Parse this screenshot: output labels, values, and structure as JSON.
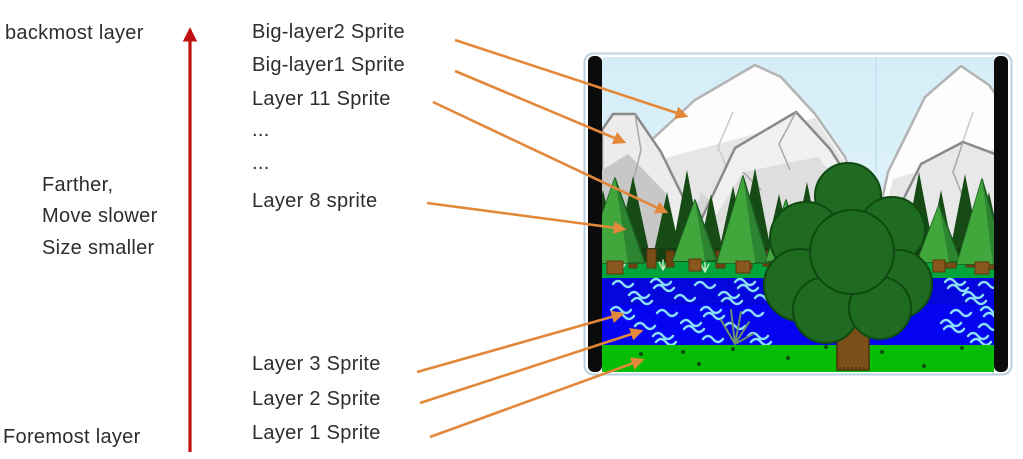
{
  "axis": {
    "backmost_label": "backmost layer",
    "foremost_label": "Foremost layer",
    "qualities": [
      "Farther,",
      "Move slower",
      "Size smaller"
    ]
  },
  "sprites": {
    "top_labels": [
      "Big-layer2 Sprite",
      "Big-layer1 Sprite",
      "Layer 11 Sprite",
      "...",
      "...",
      "Layer 8 sprite"
    ],
    "bottom_labels": [
      "Layer 3 Sprite",
      "Layer 2 Sprite",
      "Layer 1 Sprite"
    ]
  },
  "colors": {
    "depth_axis_arrow": "#c11212",
    "callout_arrow": "#e2883a",
    "text": "#2d2d2d",
    "sky": "#d8f0f8",
    "mountain_back": "#fcfcfc",
    "mountain_front": "#ededed",
    "tree_dark": "#164b16",
    "tree_light": "#41a73d",
    "trunk_brown": "#8a571d",
    "grass_strip": "#00a33c",
    "river_blue": "#0404f0",
    "wave_blue": "#8adef5",
    "foreground_grass": "#04bd04",
    "stage_bar": "#0b0b0b"
  }
}
